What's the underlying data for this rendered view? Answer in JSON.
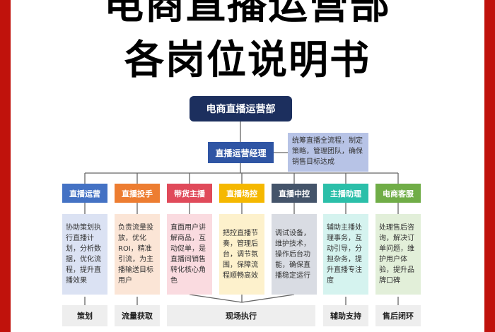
{
  "title": {
    "line1": "电商直播运营部",
    "line2": "各岗位说明书"
  },
  "top": {
    "label": "电商直播运营部"
  },
  "manager": {
    "label": "直播运营经理",
    "note": "统筹直播全流程，制定策略，管理团队，确保销售目标达成"
  },
  "roles": [
    {
      "label": "直播运营",
      "color": "#4472c4",
      "bg": "#dbe2f3",
      "desc": "协助策划执行直播计划，分析数据，优化流程，提升直播效果"
    },
    {
      "label": "直播投手",
      "color": "#ed7d31",
      "bg": "#fbe5d6",
      "desc": "负责流量投放，优化ROI，精准引流，为主播输送目标用户"
    },
    {
      "label": "带货主播",
      "color": "#e04a5a",
      "bg": "#fadbe0",
      "desc": "直面用户讲解商品，互动促单，是直播间销售转化核心角色"
    },
    {
      "label": "直播场控",
      "color": "#f5b800",
      "bg": "#fdf1cc",
      "desc": "把控直播节奏，管理后台，调节氛围，保障流程顺畅高效"
    },
    {
      "label": "直播中控",
      "color": "#44546a",
      "bg": "#d9dce3",
      "desc": "调试设备，维护技术，操作后台功能，确保直播稳定运行"
    },
    {
      "label": "主播助理",
      "color": "#2bbfa9",
      "bg": "#d5f3ef",
      "desc": "辅助主播处理事务，互动引导，分担杂务，提升直播专注度"
    },
    {
      "label": "电商客服",
      "color": "#70ad47",
      "bg": "#e2efd9",
      "desc": "处理售后咨询，解决订单问题，维护用户体验，提升品牌口碑"
    }
  ],
  "stages": [
    "策划",
    "流量获取",
    "现场执行",
    "辅助支持",
    "售后闭环"
  ]
}
